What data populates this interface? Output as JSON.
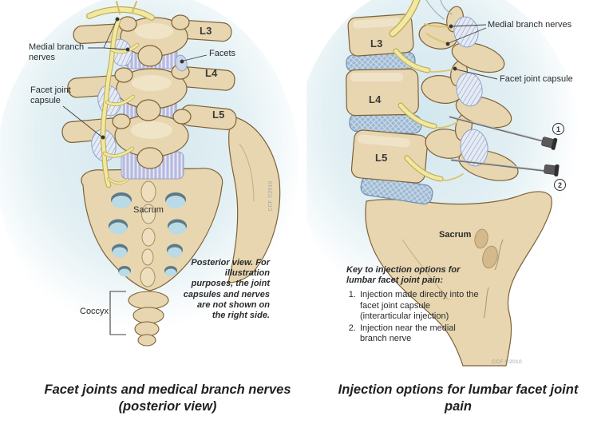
{
  "figure": {
    "left": {
      "labels": {
        "medial_branch_nerves": "Medial branch nerves",
        "facets": "Facets",
        "facet_joint_capsule": "Facet joint capsule",
        "l3": "L3",
        "l4": "L4",
        "l5": "L5",
        "sacrum": "Sacrum",
        "coccyx": "Coccyx"
      },
      "note": "Posterior view. For illustration purposes, the joint capsules and nerves are not shown on the right side.",
      "watermark": "CCF ©2010",
      "caption": {
        "line1": "Facet joints and medical branch nerves",
        "line2": "(posterior view)"
      }
    },
    "right": {
      "labels": {
        "medial_branch_nerves": "Medial branch nerves",
        "facet_joint_capsule": "Facet joint capsule",
        "l3": "L3",
        "l4": "L4",
        "l5": "L5",
        "sacrum": "Sacrum"
      },
      "needle_markers": [
        "1",
        "2"
      ],
      "key": {
        "heading": "Key to injection options for lumbar facet joint pain:",
        "items": [
          "Injection made directly into the facet joint capsule (interarticular injection)",
          "Injection near the medial branch nerve"
        ]
      },
      "watermark": "CCF ©2010",
      "caption": {
        "line1": "Injection options for lumbar facet joint",
        "line2": "pain"
      }
    }
  },
  "colors": {
    "page_background": "#ffffff",
    "illustration_background": "#d9eaf0",
    "bone": "#e7d6b0",
    "bone_outline": "#7d6137",
    "bone_shadow": "#d2b88c",
    "nerve_yellow": "#f1e8a2",
    "nerve_outline": "#bfae55",
    "capsule": "#e6eaf4",
    "capsule_hatch": "#8fa3c8",
    "disc_blue": "#9db8d2",
    "disc_fiber": "#cfdeeb",
    "ligament_lavender": "#b6badf",
    "foramen_blue": "#badbe6",
    "foramen_shadow": "#5b7a86",
    "needle_gray": "#6f6f6f",
    "needle_hub": "#4a4a4a",
    "label_text": "#2b2b2b",
    "watermark_gray": "#9aa0a4"
  }
}
